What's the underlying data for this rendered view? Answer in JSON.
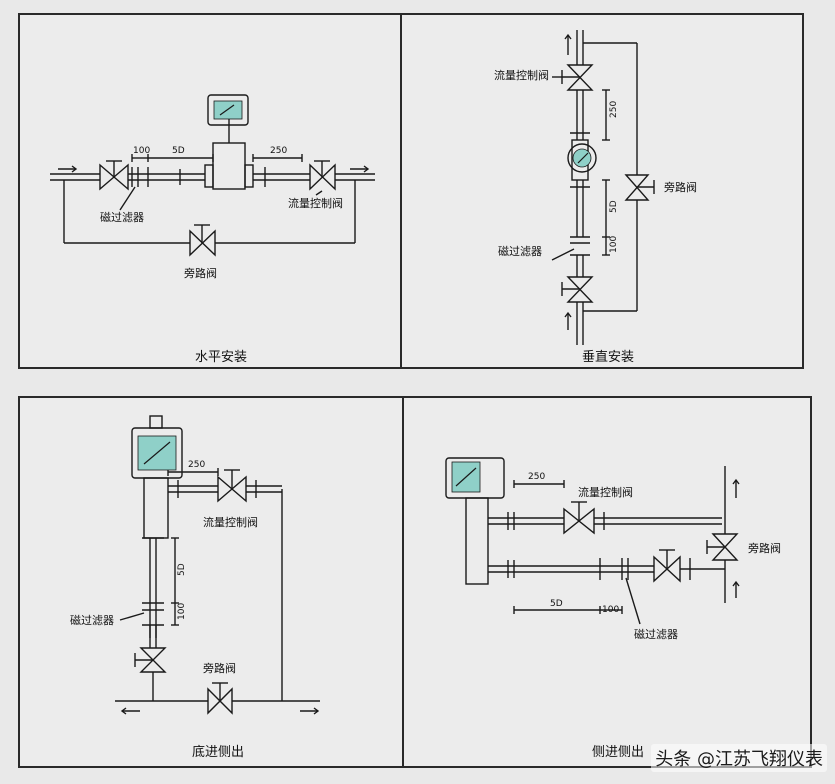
{
  "panels": {
    "horizontal": {
      "caption": "水平安装",
      "filter_label": "磁过滤器",
      "control_valve_label": "流量控制阀",
      "bypass_label": "旁路阀",
      "dim_100": "100",
      "dim_5d": "5D",
      "dim_250": "250"
    },
    "vertical": {
      "caption": "垂直安装",
      "control_valve_label": "流量控制阀",
      "bypass_label": "旁路阀",
      "filter_label": "磁过滤器",
      "dim_250": "250",
      "dim_5d": "5D",
      "dim_100": "100"
    },
    "bottom_in": {
      "caption": "底进侧出",
      "control_valve_label": "流量控制阀",
      "filter_label": "磁过滤器",
      "bypass_label": "旁路阀",
      "dim_250": "250",
      "dim_5d": "5D",
      "dim_100": "100"
    },
    "side_in": {
      "caption": "侧进侧出",
      "control_valve_label": "流量控制阀",
      "bypass_label": "旁路阀",
      "filter_label": "磁过滤器",
      "dim_250": "250",
      "dim_5d": "5D",
      "dim_100": "100"
    }
  },
  "watermark": "头条 @江苏飞翔仪表",
  "colors": {
    "line": "#1a1a1a",
    "background": "#ececec",
    "meter_face": "#8fd0c8"
  }
}
